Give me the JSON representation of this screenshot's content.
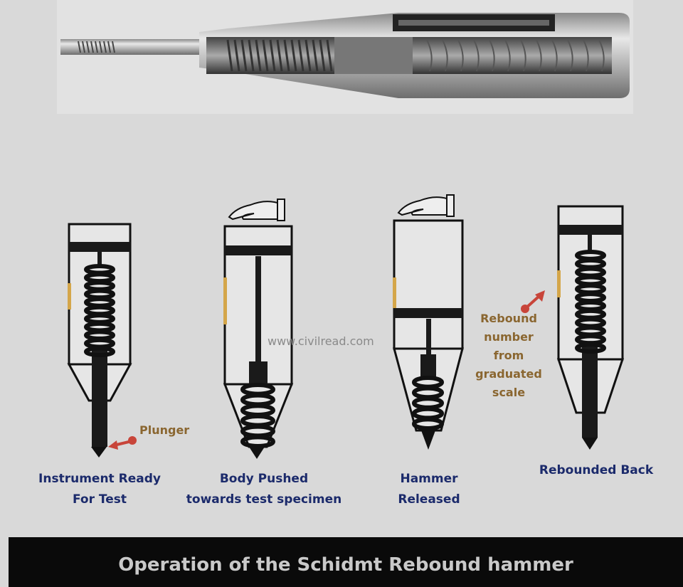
{
  "title": "Operation of the Schidmt Rebound hammer",
  "watermark": "www.civilread.com",
  "stages": [
    {
      "label_lines": [
        "Instrument Ready",
        "For Test"
      ]
    },
    {
      "label_lines": [
        "Body Pushed",
        "towards test specimen"
      ]
    },
    {
      "label_lines": [
        "Hammer",
        "Released"
      ]
    },
    {
      "label_lines": [
        "Rebounded Back"
      ]
    }
  ],
  "annotations": {
    "plunger": "Plunger",
    "rebound_lines": [
      "Rebound",
      "number",
      "from",
      "graduated",
      "scale"
    ]
  },
  "colors": {
    "background": "#d9d9d9",
    "label": "#1b2a6b",
    "annotation": "#8a6630",
    "arrow": "#c8453a",
    "scale_mark": "#d4a64a",
    "title_bar": "#0a0a0a"
  }
}
